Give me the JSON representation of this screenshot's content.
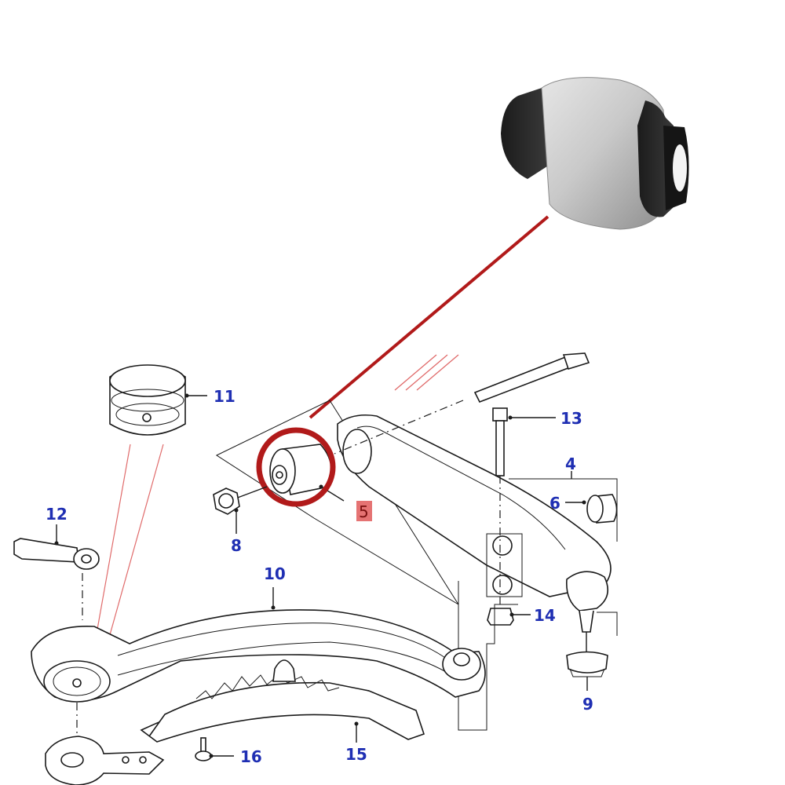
{
  "callouts": {
    "c4": "4",
    "c5": "5",
    "c6": "6",
    "c8": "8",
    "c9": "9",
    "c10": "10",
    "c11": "11",
    "c12": "12",
    "c13": "13",
    "c14": "14",
    "c15": "15",
    "c16": "16"
  },
  "colors": {
    "highlight_ring": "#b11a1a",
    "leader_line": "#b11a1a",
    "callout_text": "#1f2fb3",
    "badge_fill": "#e57373"
  }
}
